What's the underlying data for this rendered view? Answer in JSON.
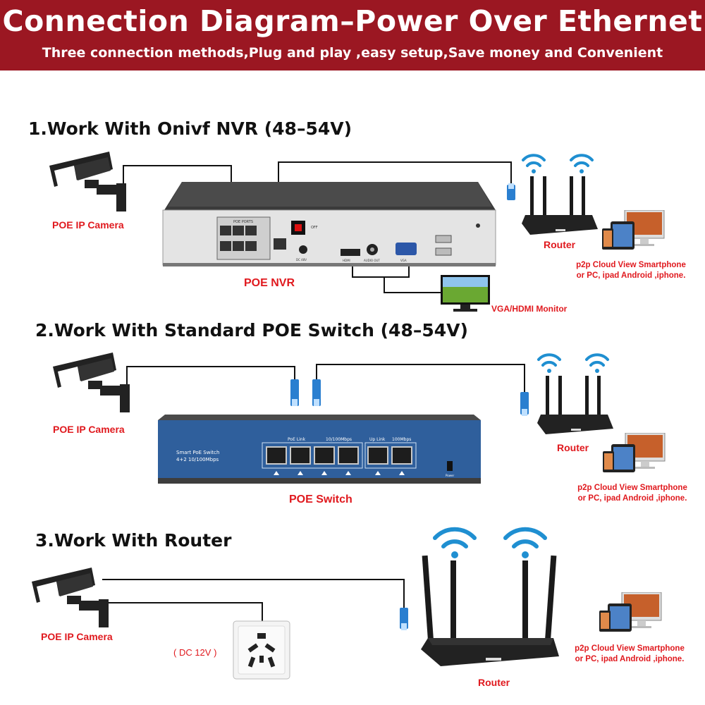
{
  "header": {
    "title": "Connection Diagram–Power Over Ethernet",
    "subtitle": "Three connection methods,Plug and play ,easy setup,Save money and Convenient"
  },
  "sections": [
    {
      "title": "1.Work With Onivf NVR (48–54V)",
      "camera_label": "POE IP Camera",
      "device_label": "POE NVR",
      "device_text": {
        "poe_ports": "POE PORTS",
        "dc": "DC 48V",
        "off": "OFF",
        "hdmi": "HDMI",
        "audio": "AUDIO OUT",
        "vga": "VGA"
      },
      "monitor_label": "VGA/HDMI Monitor",
      "router_label": "Router",
      "cloud_note": {
        "line1": "p2p Cloud  View Smartphone",
        "line2": "or PC, ipad Android ,iphone."
      }
    },
    {
      "title": "2.Work With Standard POE Switch (48–54V)",
      "camera_label": "POE IP Camera",
      "device_label": "POE Switch",
      "device_text": {
        "name1": "Smart PoE Switch",
        "name2": "4+2 10/100Mbps",
        "poe_link": "PoE Link",
        "speed1": "10/100Mbps",
        "uplink": "Up Link",
        "speed2": "100Mbps",
        "power": "Power"
      },
      "router_label": "Router",
      "cloud_note": {
        "line1": "p2p Cloud  View Smartphone",
        "line2": "or PC, ipad Android ,iphone."
      }
    },
    {
      "title": "3.Work With Router",
      "camera_label": "POE IP Camera",
      "power_label": "( DC 12V )",
      "router_label": "Router",
      "cloud_note": {
        "line1": "p2p Cloud  View Smartphone",
        "line2": "or PC, ipad Android ,iphone."
      }
    }
  ],
  "colors": {
    "banner": "#9b1722",
    "label_red": "#e0191e",
    "switch_blue": "#2f5f9c",
    "wifi_blue": "#1f8fd1",
    "cable_blue": "#2a7fd0"
  }
}
